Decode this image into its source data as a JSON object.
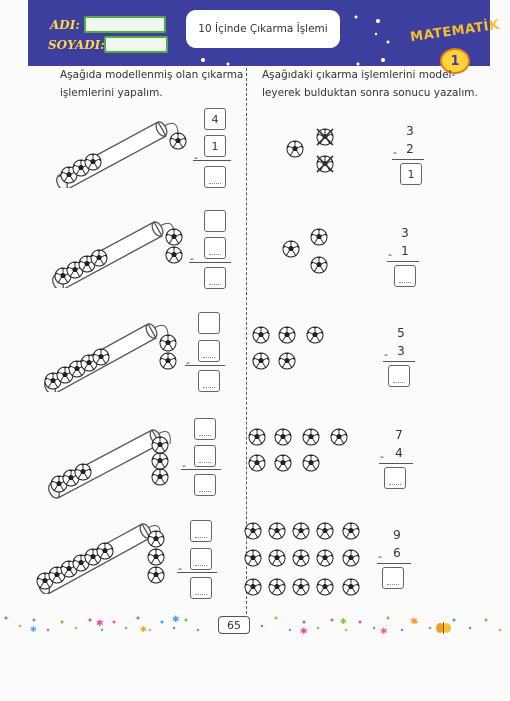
{
  "header": {
    "name_label": "ADI:",
    "surname_label": "SOYADI:",
    "title": "10 İçinde Çıkarma İşlemi",
    "subject": "MATEMATİK",
    "grade": "1"
  },
  "left": {
    "instruction_line1": "Aşağıda modellenmiş olan çıkarma",
    "instruction_line2": "işlemlerini yapalım.",
    "problems": [
      {
        "top": "4",
        "bottom": "1",
        "result": ""
      },
      {
        "top": "",
        "bottom": "",
        "result": ""
      },
      {
        "top": "",
        "bottom": "",
        "result": ""
      },
      {
        "top": "",
        "bottom": "",
        "result": ""
      },
      {
        "top": "",
        "bottom": "",
        "result": ""
      }
    ]
  },
  "right": {
    "instruction_line1": "Aşağıdaki çıkarma işlemlerini model-",
    "instruction_line2": "leyerek bulduktan sonra sonucu yazalım.",
    "problems": [
      {
        "minuend": "3",
        "subtrahend": "2",
        "result": "1"
      },
      {
        "minuend": "3",
        "subtrahend": "1",
        "result": ""
      },
      {
        "minuend": "5",
        "subtrahend": "3",
        "result": ""
      },
      {
        "minuend": "7",
        "subtrahend": "4",
        "result": ""
      },
      {
        "minuend": "9",
        "subtrahend": "6",
        "result": ""
      }
    ]
  },
  "symbols": {
    "minus": "-"
  },
  "footer": {
    "page_number": "65"
  },
  "colors": {
    "header_bg": "#3d3f9e",
    "accent_yellow": "#ffd64a",
    "field_border": "#4fae3d",
    "divider": "#3d55c9"
  }
}
